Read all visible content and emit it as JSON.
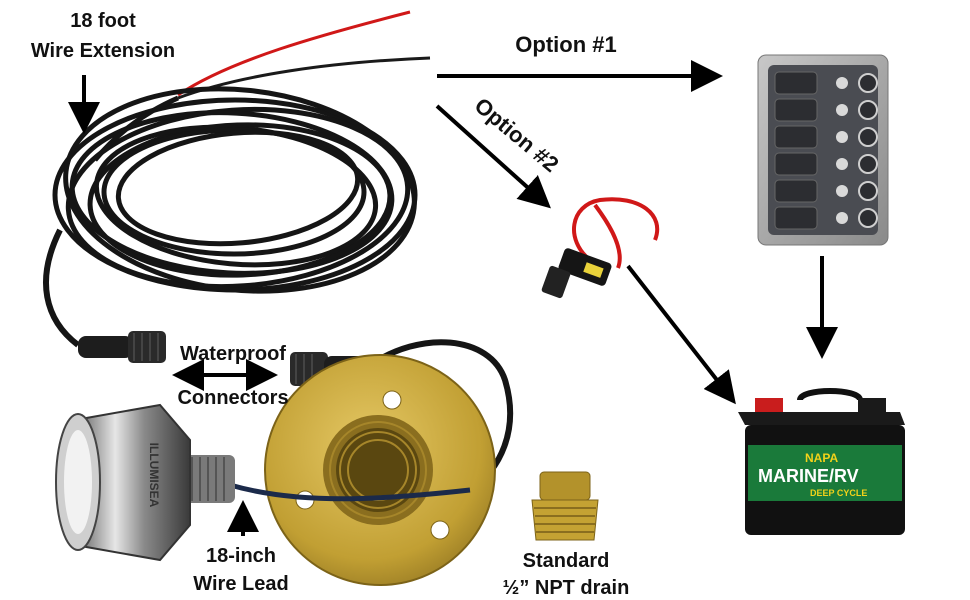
{
  "labels": {
    "wire_extension": [
      "18 foot",
      "Wire Extension"
    ],
    "option1": "Option #1",
    "option2": "Option #2",
    "connectors": [
      "Waterproof",
      "Connectors"
    ],
    "wire_lead": [
      "18-inch",
      "Wire Lead"
    ],
    "drain": [
      "Standard",
      "½” NPT drain"
    ]
  },
  "light": {
    "brand_text": "ILLUMISEA"
  },
  "battery": {
    "brand": "NAPA",
    "line1": "MARINE/RV",
    "line2": "DEEP CYCLE"
  },
  "colors": {
    "arrow": "#000000",
    "wire_red": "#d01818",
    "cable": "#151515",
    "brass": "#c4a233",
    "steel": "#9a9a9a",
    "panel": "#4a4c52",
    "battery_body": "#111111",
    "battery_label": "#1a7a3a",
    "fuse": "#e9d23a"
  }
}
